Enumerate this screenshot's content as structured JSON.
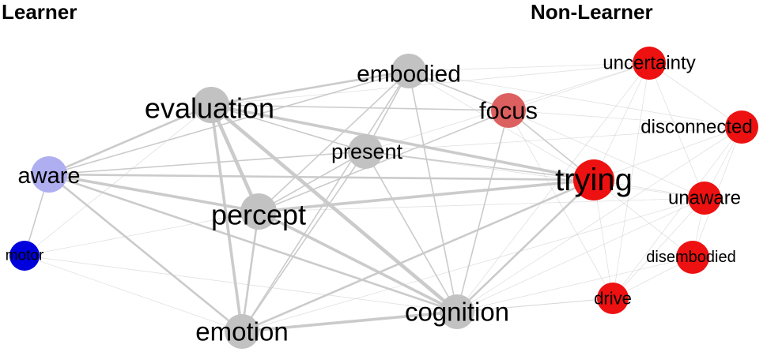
{
  "headers": {
    "left": "Learner",
    "right": "Non-Learner"
  },
  "colors": {
    "neutral": "#c2c2c2",
    "learner_light": "#aeaef0",
    "learner_dark": "#0000dd",
    "nonlearner_light": "#dd6060",
    "nonlearner": "#ee1111",
    "edge": "#c8c8c8"
  },
  "nodes": [
    {
      "id": "embodied",
      "label": "embodied",
      "group": "neutral"
    },
    {
      "id": "evaluation",
      "label": "evaluation",
      "group": "neutral"
    },
    {
      "id": "present",
      "label": "present",
      "group": "neutral"
    },
    {
      "id": "percept",
      "label": "percept",
      "group": "neutral"
    },
    {
      "id": "emotion",
      "label": "emotion",
      "group": "neutral"
    },
    {
      "id": "cognition",
      "label": "cognition",
      "group": "neutral"
    },
    {
      "id": "aware",
      "label": "aware",
      "group": "learner_light"
    },
    {
      "id": "motor",
      "label": "motor",
      "group": "learner_dark"
    },
    {
      "id": "focus",
      "label": "focus",
      "group": "nonlearner_light"
    },
    {
      "id": "trying",
      "label": "trying",
      "group": "nonlearner"
    },
    {
      "id": "uncertainty",
      "label": "uncertainty",
      "group": "nonlearner"
    },
    {
      "id": "disconnected",
      "label": "disconnected",
      "group": "nonlearner"
    },
    {
      "id": "unaware",
      "label": "unaware",
      "group": "nonlearner"
    },
    {
      "id": "disembodied",
      "label": "disembodied",
      "group": "nonlearner"
    },
    {
      "id": "drive",
      "label": "drive",
      "group": "nonlearner"
    }
  ],
  "edges": [
    [
      "evaluation",
      "percept",
      5
    ],
    [
      "evaluation",
      "cognition",
      5
    ],
    [
      "evaluation",
      "emotion",
      4
    ],
    [
      "evaluation",
      "trying",
      4
    ],
    [
      "evaluation",
      "aware",
      3
    ],
    [
      "evaluation",
      "embodied",
      3
    ],
    [
      "evaluation",
      "present",
      2
    ],
    [
      "evaluation",
      "focus",
      2
    ],
    [
      "percept",
      "aware",
      4
    ],
    [
      "percept",
      "cognition",
      4
    ],
    [
      "percept",
      "emotion",
      3
    ],
    [
      "percept",
      "trying",
      4
    ],
    [
      "percept",
      "present",
      2
    ],
    [
      "percept",
      "embodied",
      2
    ],
    [
      "percept",
      "focus",
      2
    ],
    [
      "aware",
      "cognition",
      3
    ],
    [
      "aware",
      "emotion",
      3
    ],
    [
      "aware",
      "trying",
      3
    ],
    [
      "aware",
      "present",
      2
    ],
    [
      "aware",
      "embodied",
      2
    ],
    [
      "aware",
      "motor",
      2
    ],
    [
      "emotion",
      "cognition",
      4
    ],
    [
      "emotion",
      "trying",
      3
    ],
    [
      "emotion",
      "present",
      2
    ],
    [
      "emotion",
      "embodied",
      2
    ],
    [
      "cognition",
      "trying",
      3
    ],
    [
      "cognition",
      "embodied",
      2
    ],
    [
      "cognition",
      "present",
      2
    ],
    [
      "cognition",
      "focus",
      2
    ],
    [
      "embodied",
      "present",
      2
    ],
    [
      "embodied",
      "focus",
      2
    ],
    [
      "present",
      "trying",
      2
    ],
    [
      "focus",
      "trying",
      2
    ],
    [
      "motor",
      "percept",
      1
    ],
    [
      "motor",
      "cognition",
      1
    ],
    [
      "motor",
      "evaluation",
      1
    ],
    [
      "motor",
      "emotion",
      1
    ],
    [
      "trying",
      "uncertainty",
      1
    ],
    [
      "trying",
      "disconnected",
      1
    ],
    [
      "trying",
      "unaware",
      1
    ],
    [
      "trying",
      "disembodied",
      1
    ],
    [
      "trying",
      "drive",
      1
    ],
    [
      "trying",
      "embodied",
      1
    ],
    [
      "focus",
      "uncertainty",
      1
    ],
    [
      "focus",
      "disconnected",
      1
    ],
    [
      "embodied",
      "uncertainty",
      1
    ],
    [
      "cognition",
      "drive",
      1
    ],
    [
      "cognition",
      "unaware",
      1
    ],
    [
      "cognition",
      "disembodied",
      1
    ],
    [
      "cognition",
      "disconnected",
      1
    ],
    [
      "cognition",
      "uncertainty",
      1
    ],
    [
      "uncertainty",
      "disconnected",
      1
    ],
    [
      "uncertainty",
      "unaware",
      1
    ],
    [
      "uncertainty",
      "drive",
      1
    ],
    [
      "disconnected",
      "unaware",
      1
    ],
    [
      "disconnected",
      "disembodied",
      1
    ],
    [
      "disconnected",
      "drive",
      1
    ],
    [
      "unaware",
      "disembodied",
      1
    ],
    [
      "unaware",
      "drive",
      1
    ],
    [
      "disembodied",
      "drive",
      1
    ],
    [
      "embodied",
      "disconnected",
      1
    ],
    [
      "present",
      "uncertainty",
      1
    ],
    [
      "present",
      "disconnected",
      1
    ],
    [
      "evaluation",
      "uncertainty",
      1
    ],
    [
      "percept",
      "unaware",
      1
    ],
    [
      "emotion",
      "drive",
      1
    ],
    [
      "emotion",
      "unaware",
      1
    ],
    [
      "focus",
      "unaware",
      1
    ],
    [
      "focus",
      "drive",
      1
    ],
    [
      "present",
      "unaware",
      1
    ]
  ]
}
